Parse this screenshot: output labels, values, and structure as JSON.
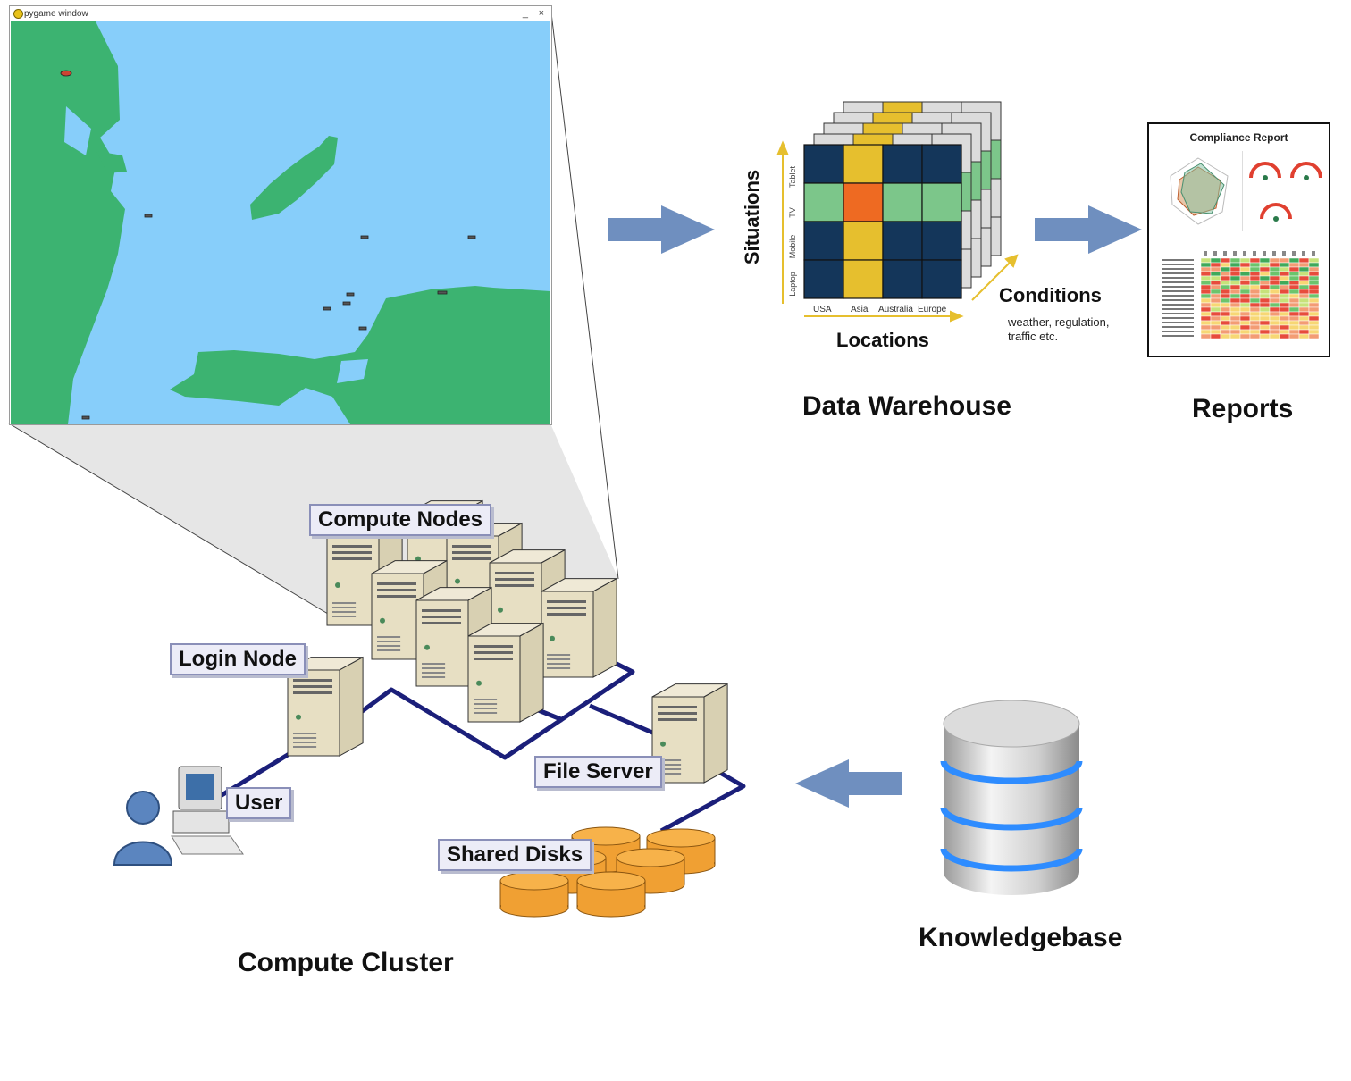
{
  "window": {
    "title": "pygame window",
    "min": "_",
    "close": "×"
  },
  "colors": {
    "water": "#87cefa",
    "land": "#3cb371",
    "arrow": "#6f8fbf",
    "disk": "#f0a033",
    "cable": "#1b1f7a"
  },
  "warehouse": {
    "caption": "Data Warehouse",
    "situations": "Situations",
    "locations": "Locations",
    "conditions": "Conditions",
    "conditions_note_1": "weather, regulation,",
    "conditions_note_2": "traffic etc.",
    "y_ticks": [
      "Tablet",
      "TV",
      "Mobile",
      "Laptop"
    ],
    "x_ticks": [
      "USA",
      "Asia",
      "Australia",
      "Europe"
    ]
  },
  "reports": {
    "caption": "Reports",
    "doc_title": "Compliance Report"
  },
  "cluster": {
    "caption": "Compute Cluster",
    "compute_nodes": "Compute Nodes",
    "login_node": "Login Node",
    "file_server": "File Server",
    "user": "User",
    "shared_disks": "Shared Disks"
  },
  "knowledgebase": {
    "caption": "Knowledgebase"
  }
}
